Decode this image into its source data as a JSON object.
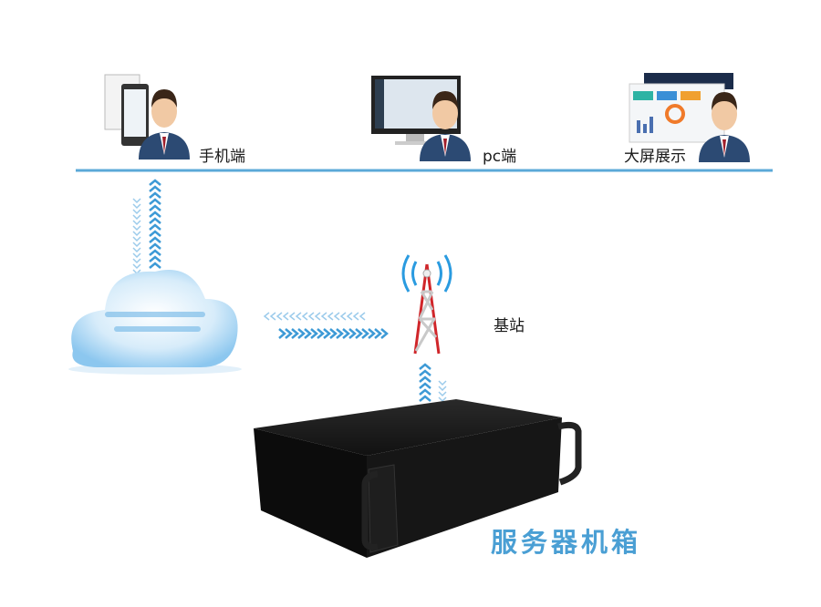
{
  "clients": [
    {
      "label": "手机端",
      "icon": "mobile-user-icon"
    },
    {
      "label": "pc端",
      "icon": "pc-user-icon"
    },
    {
      "label": "大屏展示",
      "icon": "bigscreen-user-icon"
    }
  ],
  "base_station": {
    "label": "基站",
    "icon": "cell-tower-icon"
  },
  "server": {
    "label": "服务器机箱",
    "icon": "server-chassis-icon"
  },
  "cloud": {
    "icon": "cloud-icon"
  },
  "colors": {
    "accent": "#4a9fd4",
    "line": "#5ba9d8",
    "arrow": "#3d9ad6"
  }
}
